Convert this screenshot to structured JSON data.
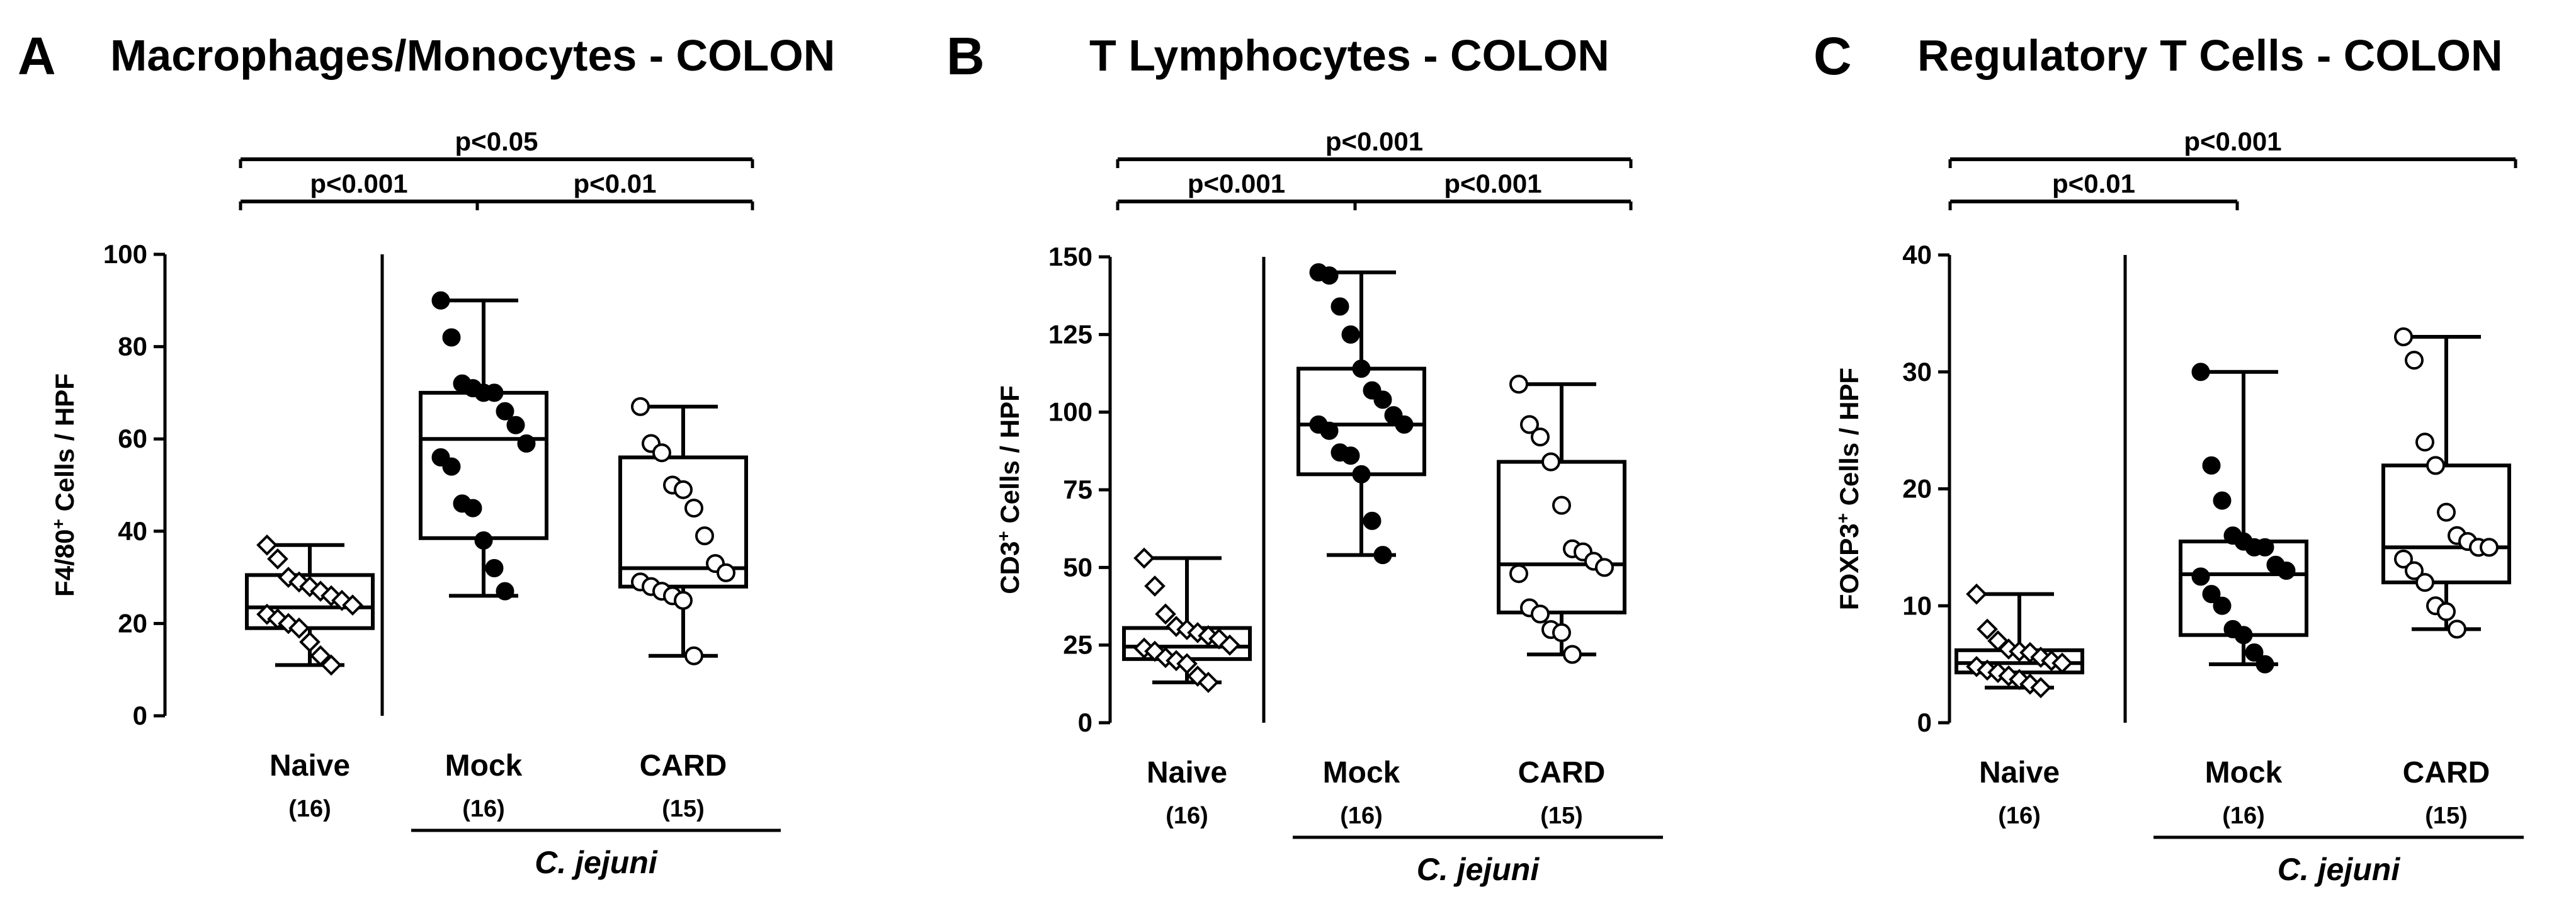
{
  "group_label": "C. jejuni",
  "chart_data": [
    {
      "letter": "A",
      "type": "box",
      "title": "Macrophages/Monocytes - COLON",
      "ylabel": {
        "pre": "F4/80",
        "sup": "+",
        "post": " Cells / HPF"
      },
      "ylim": [
        0,
        100
      ],
      "yticks": [
        0,
        20,
        40,
        60,
        80,
        100
      ],
      "categories": [
        {
          "name": "Naive",
          "n": "(16)",
          "marker": "diamond",
          "box": {
            "min": 11,
            "q1": 19,
            "median": 23.5,
            "q3": 30.5,
            "max": 37
          },
          "points": [
            37,
            34,
            30,
            29,
            28,
            27,
            26,
            25,
            24,
            22,
            21,
            20,
            19,
            16,
            13,
            11
          ]
        },
        {
          "name": "Mock",
          "n": "(16)",
          "marker": "filled-circle",
          "box": {
            "min": 26,
            "q1": 38.5,
            "median": 60,
            "q3": 70,
            "max": 90
          },
          "points": [
            90,
            82,
            72,
            71,
            70,
            70,
            66,
            63,
            59,
            56,
            54,
            46,
            45,
            38,
            32,
            27
          ]
        },
        {
          "name": "CARD",
          "n": "(15)",
          "marker": "open-circle",
          "box": {
            "min": 13,
            "q1": 28,
            "median": 32,
            "q3": 56,
            "max": 67
          },
          "points": [
            67,
            59,
            57,
            50,
            49,
            45,
            39,
            33,
            31,
            29,
            28,
            27,
            26,
            25,
            13
          ]
        }
      ],
      "comparisons": [
        {
          "from": 0,
          "to": 2,
          "label": "p<0.05",
          "level": 2
        },
        {
          "from": 0,
          "to": 1,
          "label": "p<0.001",
          "level": 1
        },
        {
          "from": 1,
          "to": 2,
          "label": "p<0.01",
          "level": 1
        }
      ]
    },
    {
      "letter": "B",
      "type": "box",
      "title": "T Lymphocytes - COLON",
      "ylabel": {
        "pre": "CD3",
        "sup": "+",
        "post": " Cells / HPF"
      },
      "ylim": [
        0,
        150
      ],
      "yticks": [
        0,
        25,
        50,
        75,
        100,
        125,
        150
      ],
      "categories": [
        {
          "name": "Naive",
          "n": "(16)",
          "marker": "diamond",
          "box": {
            "min": 13,
            "q1": 20.5,
            "median": 24.5,
            "q3": 30.5,
            "max": 53
          },
          "points": [
            53,
            44,
            35,
            31,
            30,
            29,
            28,
            27,
            25,
            24,
            23,
            21,
            20,
            19,
            15,
            13
          ]
        },
        {
          "name": "Mock",
          "n": "(16)",
          "marker": "filled-circle",
          "box": {
            "min": 54,
            "q1": 80,
            "median": 96,
            "q3": 114,
            "max": 145
          },
          "points": [
            145,
            144,
            134,
            125,
            114,
            107,
            104,
            99,
            96,
            96,
            94,
            87,
            86,
            80,
            65,
            54
          ]
        },
        {
          "name": "CARD",
          "n": "(15)",
          "marker": "open-circle",
          "box": {
            "min": 22,
            "q1": 35.5,
            "median": 51,
            "q3": 84,
            "max": 109
          },
          "points": [
            109,
            96,
            92,
            84,
            70,
            56,
            55,
            52,
            50,
            48,
            37,
            35,
            30,
            29,
            22
          ]
        }
      ],
      "comparisons": [
        {
          "from": 0,
          "to": 2,
          "label": "p<0.001",
          "level": 2
        },
        {
          "from": 0,
          "to": 1,
          "label": "p<0.001",
          "level": 1
        },
        {
          "from": 1,
          "to": 2,
          "label": "p<0.001",
          "level": 1
        }
      ]
    },
    {
      "letter": "C",
      "type": "box",
      "title": "Regulatory T Cells - COLON",
      "ylabel": {
        "pre": "FOXP3",
        "sup": "+",
        "post": " Cells / HPF"
      },
      "ylim": [
        0,
        40
      ],
      "yticks": [
        0,
        10,
        20,
        30,
        40
      ],
      "categories": [
        {
          "name": "Naive",
          "n": "(16)",
          "marker": "diamond",
          "box": {
            "min": 3,
            "q1": 4.3,
            "median": 5.1,
            "q3": 6.2,
            "max": 11
          },
          "points": [
            11,
            8,
            7,
            6.3,
            6.1,
            6,
            5.6,
            5.3,
            5.1,
            4.8,
            4.5,
            4.3,
            4,
            3.7,
            3.3,
            3
          ]
        },
        {
          "name": "Mock",
          "n": "(16)",
          "marker": "filled-circle",
          "box": {
            "min": 5,
            "q1": 7.5,
            "median": 12.7,
            "q3": 15.5,
            "max": 30
          },
          "points": [
            30,
            22,
            19,
            16,
            15.5,
            15,
            15,
            13.5,
            13,
            12.5,
            11,
            10,
            8,
            7.5,
            6,
            5
          ]
        },
        {
          "name": "CARD",
          "n": "(15)",
          "marker": "open-circle",
          "box": {
            "min": 8,
            "q1": 12,
            "median": 15,
            "q3": 22,
            "max": 33
          },
          "points": [
            33,
            31,
            24,
            22,
            18,
            16,
            15.5,
            15,
            15,
            14,
            13,
            12,
            10,
            9.5,
            8
          ]
        }
      ],
      "comparisons": [
        {
          "from": 0,
          "to": 2,
          "label": "p<0.001",
          "level": 2
        },
        {
          "from": 0,
          "to": 1,
          "label": "p<0.01",
          "level": 1
        }
      ]
    }
  ]
}
